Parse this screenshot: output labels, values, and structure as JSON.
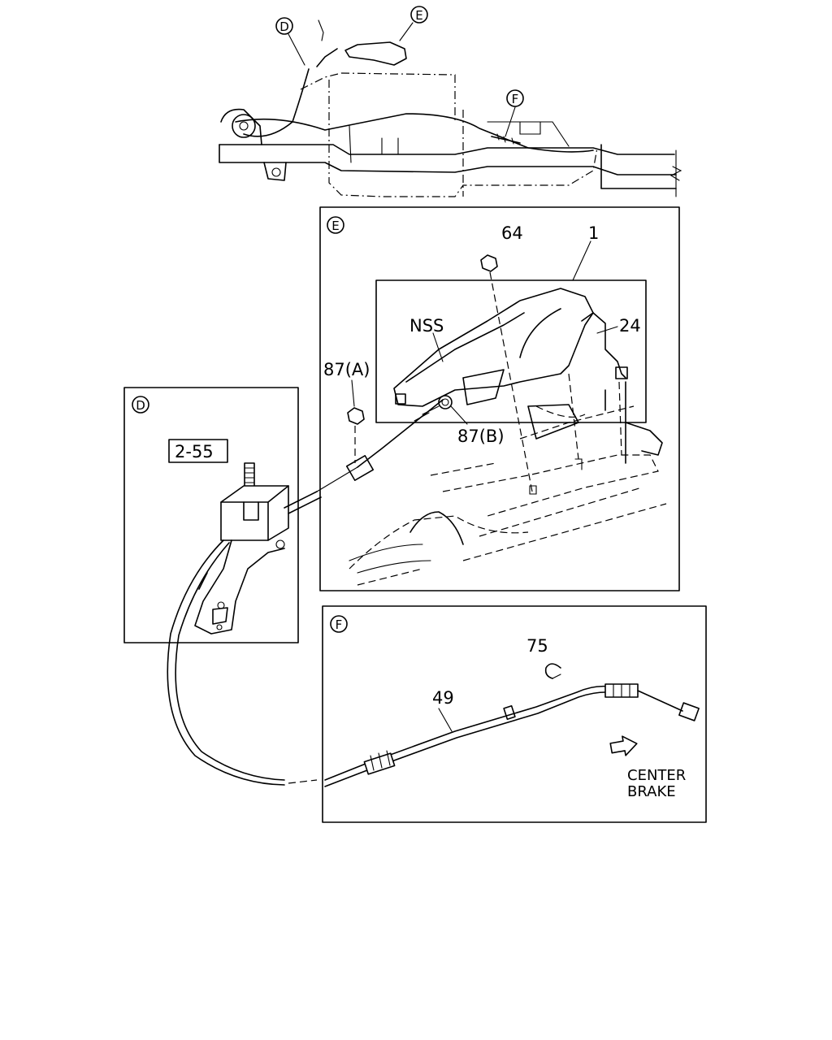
{
  "overview_callouts": {
    "d": "D",
    "e": "E",
    "f": "F"
  },
  "panel_e": {
    "tag": "E",
    "parts": {
      "p64": "64",
      "p1": "1",
      "p24": "24",
      "nss": "NSS",
      "p87a": "87(A)",
      "p87b": "87(B)"
    }
  },
  "panel_d": {
    "tag": "D",
    "ref": "2-55"
  },
  "panel_f": {
    "tag": "F",
    "parts": {
      "p75": "75",
      "p49": "49"
    },
    "direction_line1": "CENTER",
    "direction_line2": "BRAKE"
  }
}
